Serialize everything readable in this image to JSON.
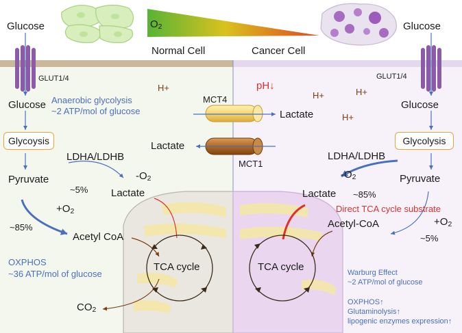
{
  "header": {
    "o2_label": "O",
    "o2_sub": "2",
    "normal_cell": "Normal Cell",
    "cancer_cell": "Cancer Cell"
  },
  "left": {
    "glucose_top": "Glucose",
    "transporter": "GLUT1/4",
    "glucose_inner": "Glucose",
    "glycolysis_box": "Glycoysis",
    "pyruvate": "Pyruvate",
    "ldh": "LDHA/LDHB",
    "minus_o2": "-O",
    "o2_sub": "2",
    "pct_small": "~5%",
    "lactate": "Lactate",
    "plus_o2": "+O",
    "pct_large": "~85%",
    "acetyl_coa": "Acetyl CoA",
    "anaerobic_line1": "Anaerobic glycolysis",
    "anaerobic_line2": "~2 ATP/mol of glucose",
    "h_plus": "H+",
    "oxphos_line1": "OXPHOS",
    "oxphos_line2": "~36 ATP/mol of glucose",
    "tca": "TCA cycle",
    "co2": "CO",
    "co2_sub": "2"
  },
  "middle": {
    "mct4": "MCT4",
    "mct1": "MCT1",
    "lactate_out": "Lactate",
    "lactate_in": "Lactate"
  },
  "right": {
    "glucose_top": "Glucose",
    "transporter": "GLUT1/4",
    "glucose_inner": "Glucose",
    "glycolysis_box": "Glycolysis",
    "ph": "pH↓",
    "h_plus": "H+",
    "ldh": "LDHA/LDHB",
    "minus_o2": "-O",
    "o2_sub": "2",
    "pyruvate": "Pyruvate",
    "lactate": "Lactate",
    "pct_large": "~85%",
    "direct_tca": "Direct TCA cycle substrate",
    "acetyl_coa": "Acetyl-CoA",
    "plus_o2": "+O",
    "pct_small": "~5%",
    "tca": "TCA cycle",
    "warburg_line1": "Warburg Effect",
    "warburg_line2": "~2 ATP/mol of glucose",
    "oxphos_up": "OXPHOS↑",
    "glutaminolysis_up": "Glutaminolysis↑",
    "lipogenic_up": "lipogenic enzymes expression↑"
  },
  "colors": {
    "normal_cytoplasm": "#f4f7ee",
    "cancer_cytoplasm": "#f7f2fa",
    "normal_membrane": "#c9b99a",
    "cancer_membrane": "#e4d8ec",
    "glut": "#8b5ba8",
    "mito_normal": "#e9e7e0",
    "mito_cancer": "#ead7ef",
    "arrow_blue": "#4a6fc0",
    "arrow_brown": "#7a3d10",
    "accent_red": "#e0302a",
    "box_border": "#e8a33a"
  }
}
